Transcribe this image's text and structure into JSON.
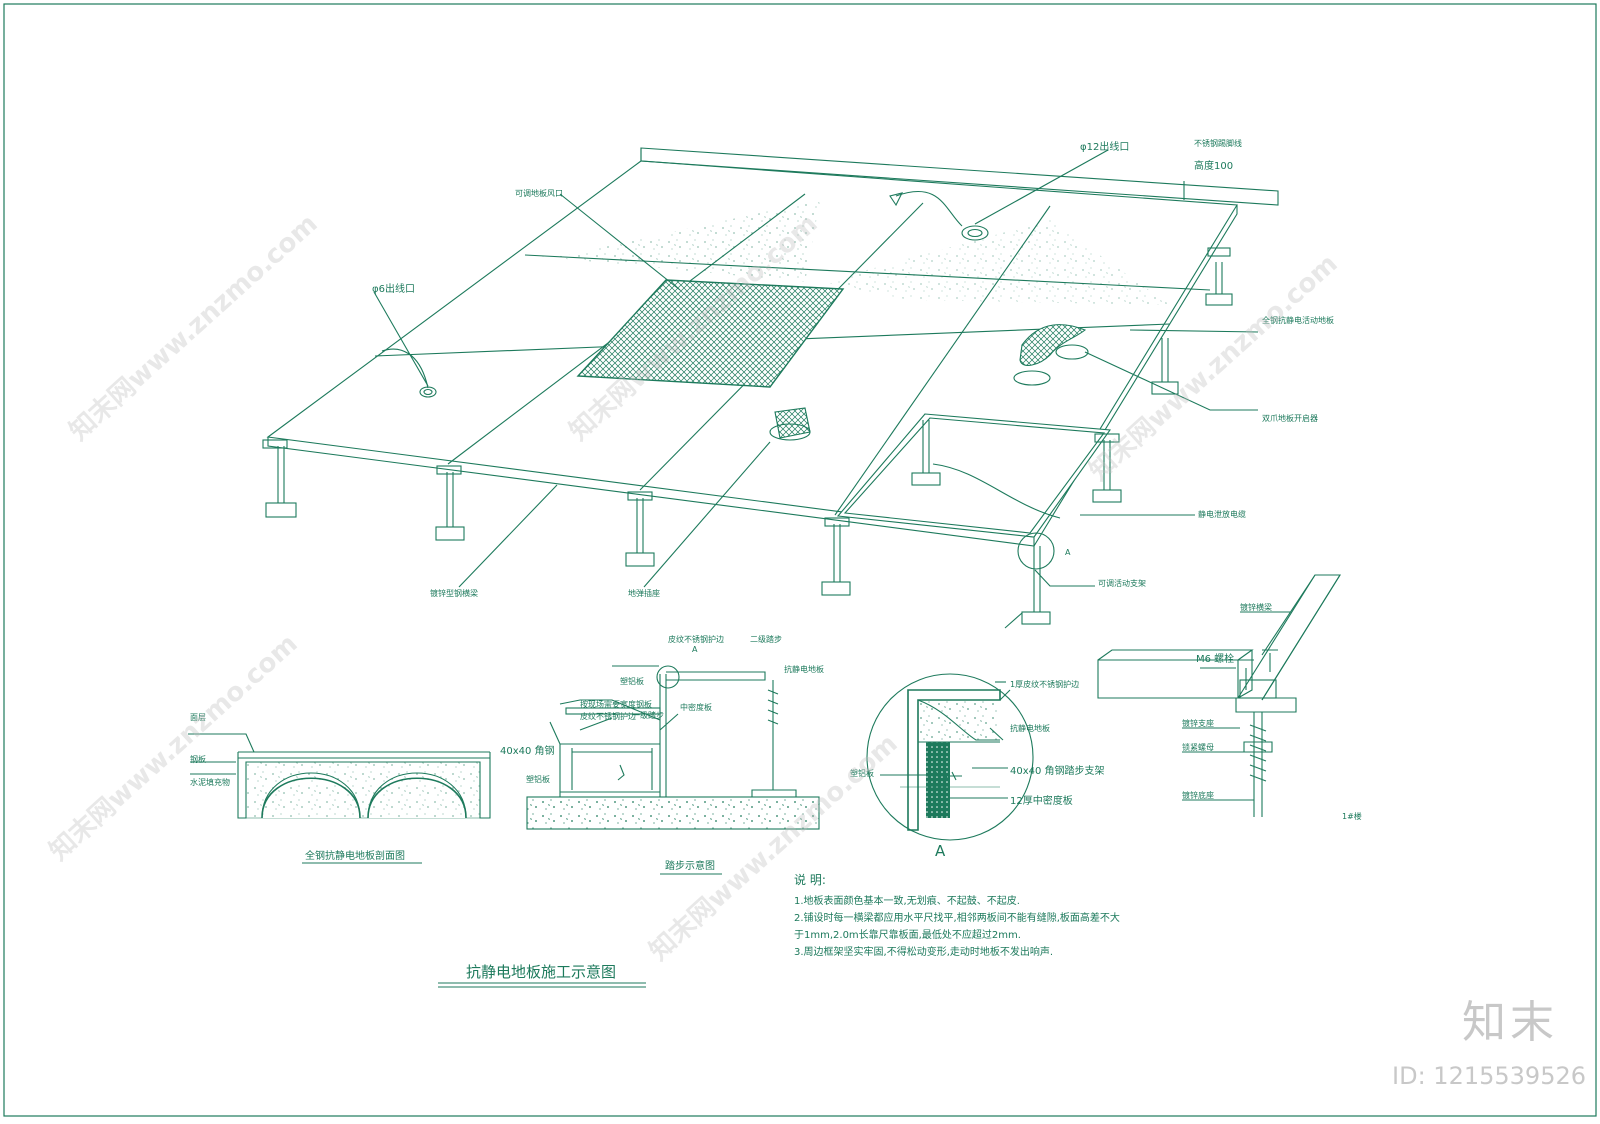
{
  "colors": {
    "line": "#1d7a5c",
    "paper": "#ffffff",
    "watermark": "#c8c8c8"
  },
  "iso": {
    "outlet12": "φ12出线口",
    "baseboard": "不锈钢踢脚线",
    "baseboard_h": "高度100",
    "vent": "可调地板风口",
    "outlet6": "φ6出线口",
    "panel": "全钢抗静电活动地板",
    "lifter": "双爪地板开启器",
    "cable": "静电泄放电缆",
    "stringer": "镀锌型钢横梁",
    "socket": "地弹插座",
    "pedestal": "可调活动支架",
    "callout_a": "A"
  },
  "section": {
    "surface": "面层",
    "steel": "钢板",
    "cement": "水泥填充物",
    "caption": "全钢抗静电地板剖面图"
  },
  "step": {
    "guard": "皮纹不锈钢护边",
    "guard_a": "A",
    "level2": "二级踏步",
    "panel": "抗静电地板",
    "plastic_top": "塑铝板",
    "steel_strip": "按现场需要宽度钢板",
    "guard2": "皮纹不锈钢护边",
    "level1": "一级踏步",
    "mdf": "中密度板",
    "angle": "40x40 角钢",
    "plastic": "塑铝板",
    "caption": "踏步示意图"
  },
  "detail": {
    "guard": "1厚皮纹不锈钢护边",
    "panel": "抗静电地板",
    "plastic": "塑铝板",
    "angle": "40x40 角钢踏步支架",
    "mdf": "12厚中密度板",
    "caption": "A"
  },
  "joint": {
    "beam": "镀锌横梁",
    "bolt": "M6 螺栓",
    "support": "镀锌支座",
    "nut": "锁紧螺母",
    "base": "镀锌底座",
    "note": "1#楼"
  },
  "main_title": "抗静电地板施工示意图",
  "notes": {
    "heading": "说  明:",
    "n1": "1.地板表面颜色基本一致,无划痕、不起鼓、不起皮.",
    "n2": "2.铺设时每一横梁都应用水平尺找平,相邻两板间不能有缝隙,板面高差不大",
    "n2b": "于1mm,2.0m长靠尺靠板面,最低处不应超过2mm.",
    "n3": "3.周边框架坚实牢固,不得松动变形,走动时地板不发出响声."
  },
  "watermark": {
    "brand": "知末",
    "id": "ID: 1215539526",
    "site": "知末网www.znzmo.com"
  }
}
